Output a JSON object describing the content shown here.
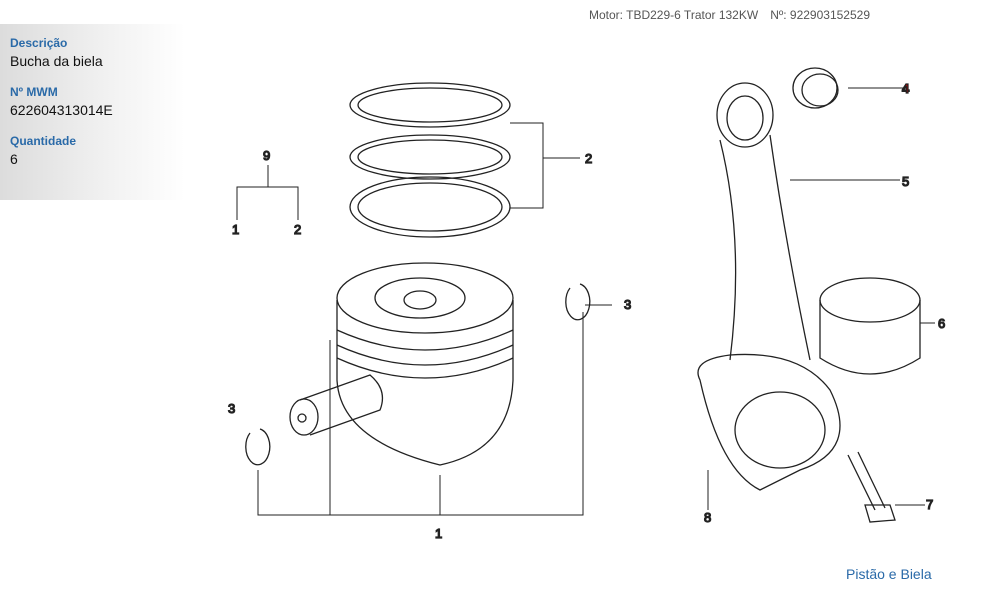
{
  "header": {
    "motor": "Motor: TBD229-6 Trator 132KW",
    "number": "Nº: 922903152529"
  },
  "info": {
    "desc_label": "Descrição",
    "desc_value": "Bucha da biela",
    "mwm_label": "Nº MWM",
    "mwm_value": "622604313014E",
    "qty_label": "Quantidade",
    "qty_value": "6"
  },
  "diagram": {
    "callouts": {
      "c9": "9",
      "c1a": "1",
      "c2a": "2",
      "c2": "2",
      "c3r": "3",
      "c3l": "3",
      "c1": "1",
      "c4": "4",
      "c5": "5",
      "c6": "6",
      "c7": "7",
      "c8": "8"
    },
    "highlight_color": "#cc0000"
  },
  "footer": {
    "link": "Pistão e Biela"
  }
}
